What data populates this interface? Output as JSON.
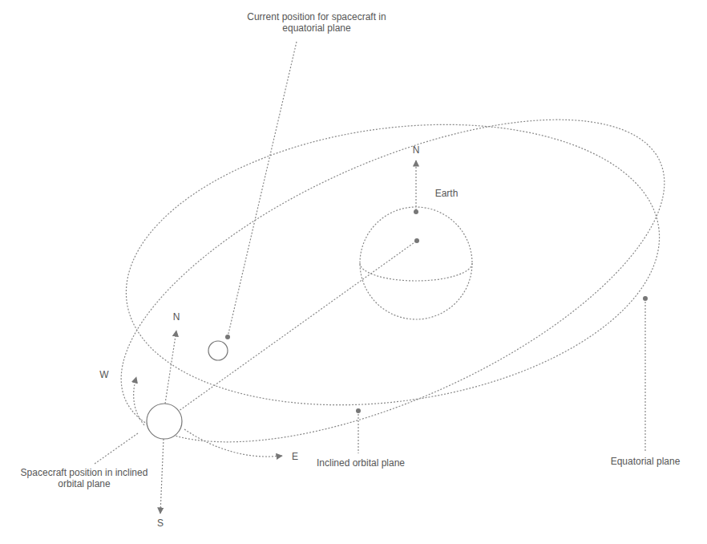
{
  "diagram": {
    "labels": [
      "Current position for spacecraft in equatorial plane",
      "N",
      "Earth",
      "N",
      "W",
      "E",
      "Equatorial plane",
      "Spacecraft position in inclined orbital plane",
      "Inclined orbital plane",
      "S"
    ]
  }
}
